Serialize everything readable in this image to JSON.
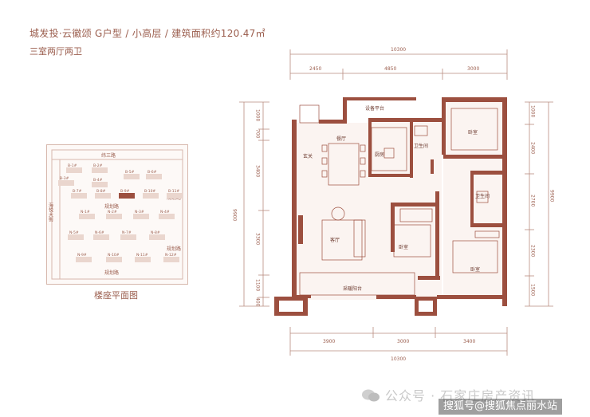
{
  "header": {
    "title": "城发投·云徽颂 G户型 / 小高层 / 建筑面积约120.47㎡",
    "subtitle": "三室两厅两卫"
  },
  "site_map": {
    "caption": "楼座平面图",
    "roads": [
      "纬三路",
      "规划路",
      "规划路",
      "规划路",
      "规划路"
    ],
    "side_road": "海悦大街",
    "buildings": [
      "B-1#",
      "B-2#",
      "B-3#",
      "B-4#",
      "B-5#",
      "B-6#",
      "B-7#",
      "B-8#",
      "B-9#",
      "B-10#",
      "B-11#",
      "N-1#",
      "N-2#",
      "N-3#",
      "N-4#",
      "N-5#",
      "N-6#",
      "N-7#",
      "N-8#",
      "N-9#",
      "N-10#",
      "N-11#",
      "N-12#"
    ],
    "highlight": "B-9#"
  },
  "plan": {
    "rooms": {
      "equipment_platform": "设备平台",
      "dining": "餐厅",
      "kitchen": "厨房",
      "bath1": "卫生间",
      "bedroom1": "卧室",
      "entrance": "玄关",
      "bath2": "卫生间",
      "living": "客厅",
      "bedroom2": "卧室",
      "bedroom3": "卧室",
      "balcony": "采暖阳台"
    },
    "dims": {
      "top_total": "10300",
      "top": [
        "2450",
        "4850",
        "3000"
      ],
      "bottom": [
        "3900",
        "3000",
        "3400"
      ],
      "bottom_total": "10300",
      "left_total": "9900",
      "left": [
        "1000",
        "700",
        "3400",
        "3300",
        "1100",
        "400"
      ],
      "right_total": "9900",
      "right": [
        "1000",
        "2400",
        "2700",
        "2300",
        "1500"
      ]
    }
  },
  "watermark": {
    "text": "公众号 · 石家庄房产资讯",
    "sohu": "搜狐号@搜狐焦点丽水站"
  },
  "colors": {
    "wall": "#9c4f3f",
    "line": "#b98c7f",
    "text": "#9b5e4e",
    "fill": "#f6ebe6"
  }
}
